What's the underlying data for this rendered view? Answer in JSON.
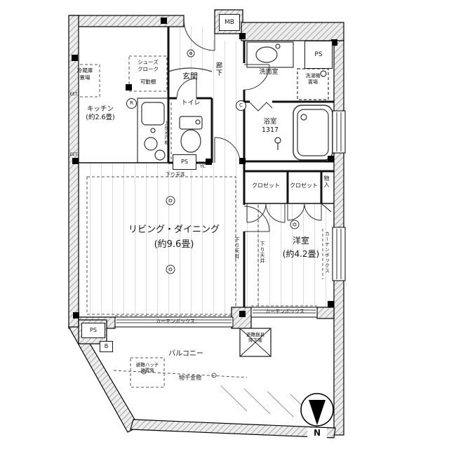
{
  "labels": {
    "mb": "MB",
    "ps_top": "PS",
    "ps_toilet": "PS",
    "ps_bottom": "PS",
    "b_box": "B",
    "refrigerator": "冷蔵庫\n置場",
    "shoe_closet": "シューズ\nクローク",
    "movable_shelf": "可動棚",
    "entrance": "玄関",
    "hallway": "廊下",
    "washroom": "洗面室",
    "washer": "洗濯機\n置場",
    "kitchen": "キッチン\n(約2.6畳)",
    "upper_cabinet": "上部吊戸棚",
    "toilet": "トイレ",
    "bathroom": "浴室\n1317",
    "living": "リビング・ダイニング\n(約9.6畳)",
    "western_room": "洋室\n(約4.2畳)",
    "closet_left": "クロゼット",
    "closet_right": "クロゼット",
    "storage": "物入",
    "lowered_ceiling_living": "下り天井",
    "lowered_ceiling_living2": "下り天井",
    "lowered_ceiling_western": "下り天井",
    "curtain_box_living": "カーテンボックス",
    "curtain_box_western": "カーテンボックス",
    "curtain_box_side": "カーテンボックス",
    "balcony": "バルコニー",
    "laundry_fitting": "物干金物",
    "evac_hatch": "避難ハッチ\n設置階",
    "evac_device": "避難器具\n降下階",
    "yc": "YC",
    "outlet_a": "EET",
    "outlet_b": "EET",
    "door_mark_r": "R",
    "door_mark_c": "C",
    "compass_n": "N"
  }
}
